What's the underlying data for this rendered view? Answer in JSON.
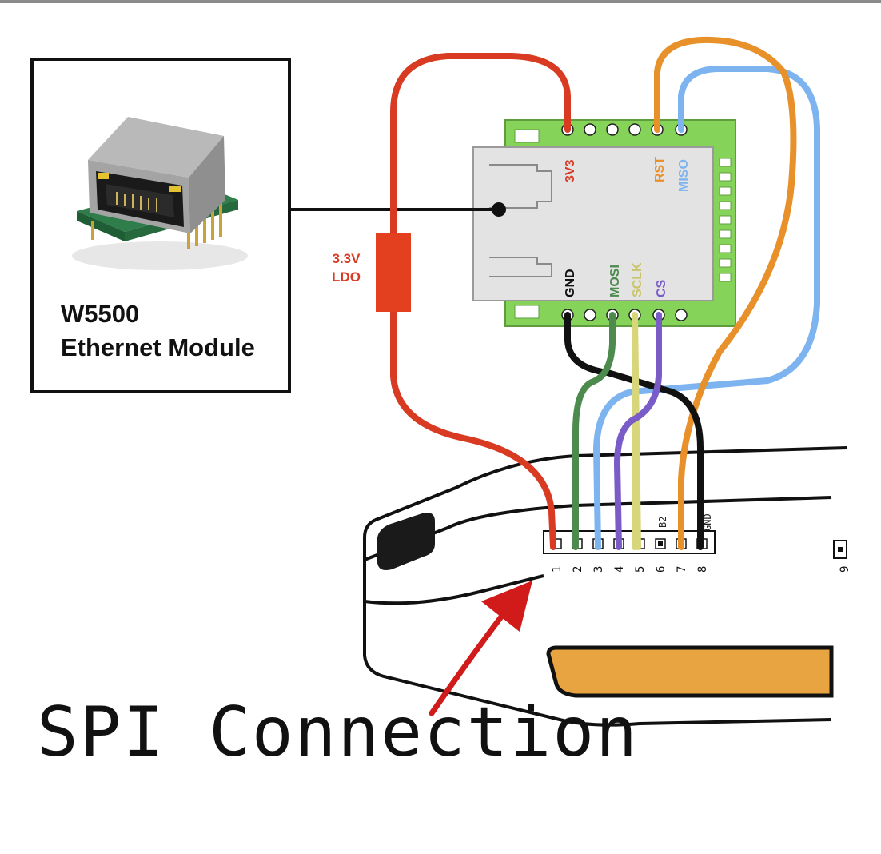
{
  "module": {
    "name": "W5500",
    "description": "Ethernet Module"
  },
  "ldo": {
    "voltage": "3.3V",
    "type": "LDO"
  },
  "pcb_pins_top": [
    {
      "label": "3V3",
      "color": "#d83a22"
    },
    {
      "label": "RST",
      "color": "#e8902a"
    },
    {
      "label": "MISO",
      "color": "#7db4f0"
    }
  ],
  "pcb_pins_bottom": [
    {
      "label": "GND",
      "color": "#111111"
    },
    {
      "label": "MOSI",
      "color": "#4d8a4d"
    },
    {
      "label": "SCLK",
      "color": "#d8d67a"
    },
    {
      "label": "CS",
      "color": "#7a5cc8"
    }
  ],
  "header_pins": [
    "1",
    "2",
    "3",
    "4",
    "5",
    "6",
    "7",
    "8",
    "9"
  ],
  "header_labels": {
    "b2": "B2",
    "gnd": "GND"
  },
  "caption": "SPI Connection",
  "colors": {
    "pcb_green": "#86d35a",
    "device_orange": "#e8a440",
    "wire_3v3": "#d83a22",
    "wire_rst": "#e8902a",
    "wire_miso": "#7db4f0",
    "wire_mosi": "#4d8a4d",
    "wire_sclk": "#d8d67a",
    "wire_cs": "#7a5cc8",
    "wire_gnd": "#111111"
  }
}
